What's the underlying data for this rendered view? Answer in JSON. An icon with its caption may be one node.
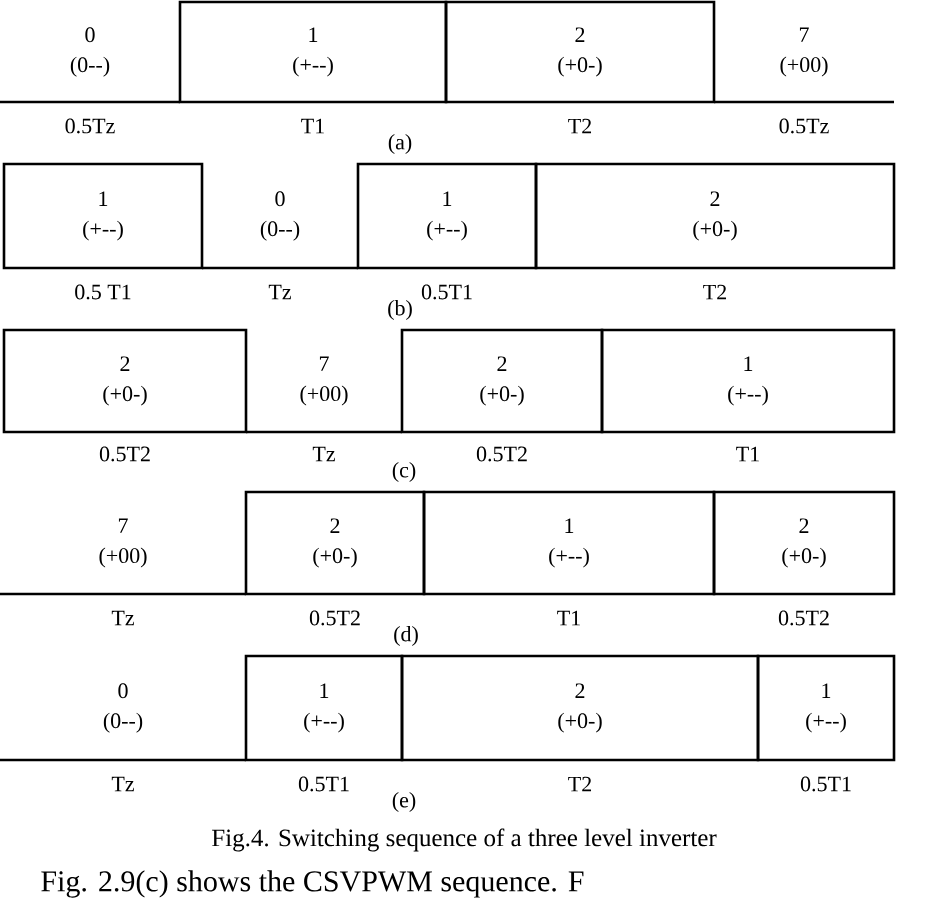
{
  "diagram": {
    "caption": "Fig.4. Switching sequence of a three level inverter",
    "nodes": [
      {
        "text": [
          "0",
          "(0--)"
        ],
        "beside": [
          "0.5Tz"
        ]
      },
      {
        "text": [
          "1",
          "(+--)"
        ],
        "beside": [
          "T1"
        ]
      },
      {
        "text": [
          "2",
          "(+0-)"
        ],
        "beside": [
          "T2"
        ]
      },
      {
        "text": [
          "7",
          "(+00)"
        ],
        "beside": [
          "0.5Tz"
        ]
      },
      {
        "text": [
          "1",
          "(+--)"
        ],
        "beside": [
          "0.5 T1"
        ]
      },
      {
        "text": [
          "0",
          "(0--)"
        ],
        "beside": [
          "Tz"
        ]
      },
      {
        "text": [
          "1",
          "(+--)"
        ],
        "beside": [
          "0.5T1"
        ]
      },
      {
        "text": [
          "2",
          "(+0-)"
        ],
        "beside": [
          "T2"
        ]
      },
      {
        "text": [
          "2",
          "(+0-)"
        ],
        "beside": [
          "0.5T2"
        ]
      },
      {
        "text": [
          "7",
          "(+00)"
        ],
        "beside": [
          "Tz"
        ]
      },
      {
        "text": [
          "2",
          "(+0-)"
        ],
        "beside": [
          "0.5T2"
        ]
      },
      {
        "text": [
          "1",
          "(+--)"
        ],
        "beside": [
          "T1"
        ]
      },
      {
        "text": [
          "7",
          "(+00)"
        ],
        "beside": [
          "Tz"
        ]
      },
      {
        "text": [
          "2",
          "(+0-)"
        ],
        "beside": [
          "0.5T2"
        ]
      },
      {
        "text": [
          "1",
          "(+--)"
        ],
        "beside": [
          "T1"
        ]
      },
      {
        "text": [
          "2",
          "(+0-)"
        ],
        "beside": [
          "0.5T2"
        ]
      },
      {
        "text": [
          "0",
          "(0--)"
        ],
        "beside": [
          "Tz"
        ]
      },
      {
        "text": [
          "1",
          "(+--)"
        ],
        "beside": [
          "0.5T1"
        ]
      },
      {
        "text": [
          "2",
          "(+0-)"
        ],
        "beside": [
          "T2"
        ]
      },
      {
        "text": [
          "1",
          "(+--)"
        ],
        "beside": [
          "0.5T1"
        ]
      }
    ],
    "labels": [
      "(a)",
      "(b)",
      "(c)",
      "(d)",
      "(e)",
      "Fig. 2.9(c) shows the CSVPWM sequence. F"
    ]
  }
}
